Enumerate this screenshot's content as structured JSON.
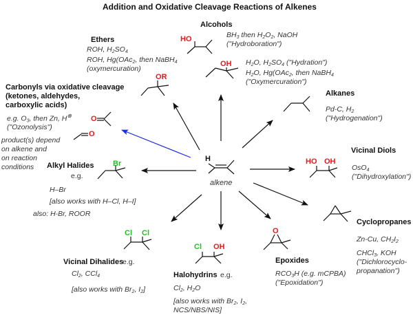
{
  "title": "Addition and Oxidative Cleavage Reactions of Alkenes",
  "center": {
    "label": "alkene",
    "h_label": "H"
  },
  "colors": {
    "oxygen": "#e8191c",
    "halogen": "#1fc11f",
    "highlight_arrow": "#1f2de0",
    "arrow": "#111111"
  },
  "alcohols": {
    "heading": "Alcohols",
    "ho_label": "HO",
    "oh_label": "OH",
    "cond1_a": "BH",
    "cond1_a_sub": "3",
    "cond1_b": " then H",
    "cond1_b_sub": "2",
    "cond1_c": "O",
    "cond1_c_sub": "2",
    "cond1_d": ", NaOH",
    "cond1_name": "(\"Hydroboration\")",
    "cond2_a": "H",
    "cond2_a_sub": "2",
    "cond2_b": "O, H",
    "cond2_b_sub": "2",
    "cond2_c": "SO",
    "cond2_c_sub": "4",
    "cond2_d": " (\"Hydration\")",
    "cond3_a": "H",
    "cond3_a_sub": "2",
    "cond3_b": "O, Hg(OAc",
    "cond3_b_sub": "2",
    "cond3_c": ", then NaBH",
    "cond3_c_sub": "4",
    "cond3_name": "(\"Oxymercuration\")"
  },
  "ethers": {
    "heading": "Ethers",
    "or_label": "OR",
    "cond1_a": "ROH, H",
    "cond1_a_sub": "2",
    "cond1_b": "SO",
    "cond1_b_sub": "4",
    "cond2_a": "ROH, Hg(OAc",
    "cond2_a_sub": "2",
    "cond2_b": ", then NaBH",
    "cond2_b_sub": "4",
    "cond2_name": "(oxymercuration)"
  },
  "carbonyls": {
    "heading_line1": "Carbonyls via oxidative cleavage",
    "heading_line2": "(ketones, aldehydes,",
    "heading_line3": "carboxylic acids)",
    "o_label": "O",
    "cond_a": "e.g. O",
    "cond_a_sub": "3",
    "cond_b": ", then Zn, H",
    "cond_sup": "⊕",
    "cond_name": "(\"Ozonolysis\")",
    "note_line1": "product(s) depend",
    "note_line2": "on alkene and",
    "note_line3": "on reaction",
    "note_line4": "conditions"
  },
  "alkanes": {
    "heading": "Alkanes",
    "cond_a": "Pd-C, H",
    "cond_a_sub": "2",
    "cond_name": "(\"Hydrogenation\")"
  },
  "diols": {
    "heading": "Vicinal Diols",
    "ho_label": "HO",
    "oh_label": "OH",
    "cond_a": "OsO",
    "cond_a_sub": "4",
    "cond_name": "(\"Dihydroxylation\")"
  },
  "alkyl_halides": {
    "heading": "Alkyl Halides",
    "eg": "e.g.",
    "br_label": "Br",
    "cond1": "H–Br",
    "cond2": "[also works with H–Cl, H–I]",
    "cond3": "also: H-Br, ROOR"
  },
  "cyclopropanes": {
    "heading": "Cyclopropanes",
    "cond1_a": "Zn-Cu, CH",
    "cond1_a_sub": "2",
    "cond1_b": "I",
    "cond1_b_sub": "2",
    "cond2_a": "CHCl",
    "cond2_a_sub": "3",
    "cond2_b": ", KOH",
    "cond2_name1": "(\"Dichlorocyclo-",
    "cond2_name2": "propanation\")"
  },
  "dihalides": {
    "heading": "Vicinal Dihalides",
    "eg": "e.g.",
    "cl_label": "Cl",
    "cond1_a": "Cl",
    "cond1_a_sub": "2",
    "cond1_b": ", CCl",
    "cond1_b_sub": "4",
    "cond2_a": "[also works with Br",
    "cond2_a_sub": "2",
    "cond2_b": ", I",
    "cond2_b_sub": "2",
    "cond2_c": "]"
  },
  "halohydrins": {
    "heading": "Halohydrins",
    "eg": "e.g.",
    "cl_label": "Cl",
    "oh_label": "OH",
    "cond1_a": "Cl",
    "cond1_a_sub": "2",
    "cond1_b": ", H",
    "cond1_b_sub": "2",
    "cond1_c": "O",
    "cond2_a": "[also works with Br",
    "cond2_a_sub": "2",
    "cond2_b": ", I",
    "cond2_b_sub": "2",
    "cond2_c": ",",
    "cond2_line2": "NCS/NBS/NIS]"
  },
  "epoxides": {
    "heading": "Epoxides",
    "o_label": "O",
    "cond_a": "RCO",
    "cond_a_sub": "3",
    "cond_b": "H (e.g. mCPBA)",
    "cond_name": "(\"Epoxidation\")"
  }
}
